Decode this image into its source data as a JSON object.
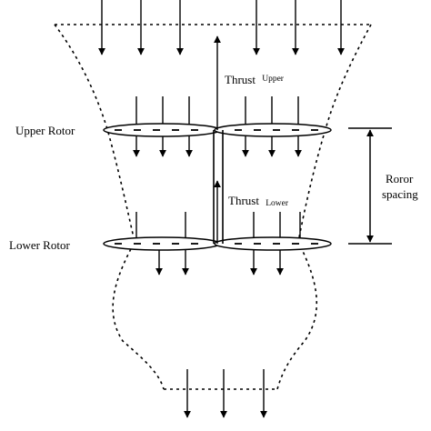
{
  "labels": {
    "upper_rotor": "Upper Rotor",
    "lower_rotor": "Lower Rotor",
    "thrust_upper_main": "Thrust",
    "thrust_upper_sub": "Upper",
    "thrust_lower_main": "Thrust",
    "thrust_lower_sub": "Lower",
    "spacing_line1": "Roror",
    "spacing_line2": "spacing"
  },
  "colors": {
    "stroke": "#000000",
    "background": "#ffffff"
  }
}
